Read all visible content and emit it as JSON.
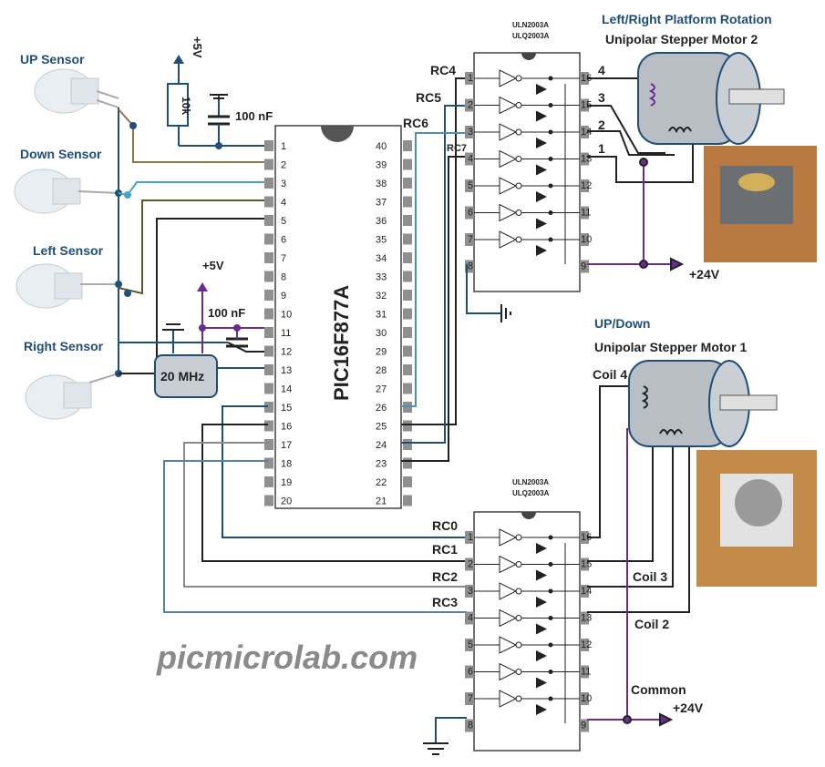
{
  "sensors": {
    "up": "UP Sensor",
    "down": "Down Sensor",
    "left": "Left Sensor",
    "right": "Right Sensor"
  },
  "power": {
    "plus5_top": "+5V",
    "plus5_mid": "+5V",
    "plus24_top": "+24V",
    "plus24_bottom": "+24V",
    "resistor": "10k",
    "cap_top": "100 nF",
    "cap_mid": "100 nF",
    "crystal": "20 MHz"
  },
  "mcu": {
    "name": "PIC16F877A",
    "left_pins": [
      "1",
      "2",
      "3",
      "4",
      "5",
      "6",
      "7",
      "8",
      "9",
      "10",
      "11",
      "12",
      "13",
      "14",
      "15",
      "16",
      "17",
      "18",
      "19",
      "20"
    ],
    "right_pins": [
      "40",
      "39",
      "38",
      "37",
      "36",
      "35",
      "34",
      "33",
      "32",
      "31",
      "30",
      "29",
      "28",
      "27",
      "26",
      "25",
      "24",
      "23",
      "22",
      "21"
    ]
  },
  "driver_top": {
    "name1": "ULN2003A",
    "name2": "ULQ2003A",
    "left_pins": [
      "1",
      "2",
      "3",
      "4",
      "5",
      "6",
      "7",
      "8"
    ],
    "right_pins": [
      "16",
      "15",
      "14",
      "13",
      "12",
      "11",
      "10",
      "9"
    ],
    "inputs": [
      "RC4",
      "RC5",
      "RC6",
      "RC7"
    ],
    "outputs": [
      "4",
      "3",
      "2",
      "1"
    ]
  },
  "driver_bottom": {
    "name1": "ULN2003A",
    "name2": "ULQ2003A",
    "left_pins": [
      "1",
      "2",
      "3",
      "4",
      "5",
      "6",
      "7",
      "8"
    ],
    "right_pins": [
      "16",
      "15",
      "14",
      "13",
      "12",
      "11",
      "10",
      "9"
    ],
    "inputs": [
      "RC0",
      "RC1",
      "RC2",
      "RC3"
    ]
  },
  "motor2": {
    "title": "Left/Right Platform Rotation",
    "subtitle": "Unipolar  Stepper Motor 2"
  },
  "motor1": {
    "title": "UP/Down",
    "subtitle": "Unipolar  Stepper Motor 1",
    "coil4": "Coil 4",
    "coil3": "Coil 3",
    "coil2": "Coil 2",
    "common": "Common"
  },
  "watermark": "picmicrolab.com"
}
